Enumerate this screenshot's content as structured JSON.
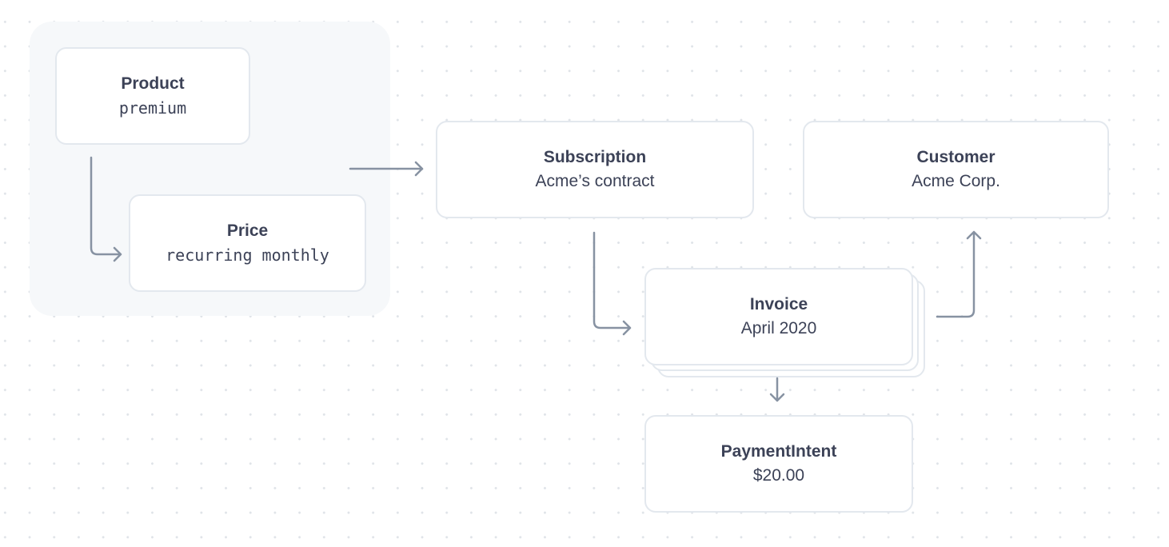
{
  "nodes": {
    "product": {
      "title": "Product",
      "subtitle": "premium"
    },
    "price": {
      "title": "Price",
      "subtitle": "recurring monthly"
    },
    "subscription": {
      "title": "Subscription",
      "subtitle": "Acme’s contract"
    },
    "customer": {
      "title": "Customer",
      "subtitle": "Acme Corp."
    },
    "invoice": {
      "title": "Invoice",
      "subtitle": "April 2020"
    },
    "payment_intent": {
      "title": "PaymentIntent",
      "subtitle": "$20.00"
    }
  },
  "colors": {
    "arrow": "#8792a2",
    "border": "#e3e8ee",
    "group_bg": "#f6f8fa",
    "text": "#3c4257"
  }
}
